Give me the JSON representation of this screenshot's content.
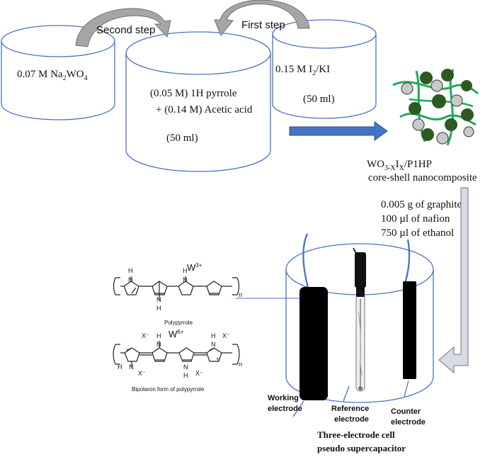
{
  "colors": {
    "cylinder_stroke": "#4a72c4",
    "arrow_blue": "#4472c4",
    "curved_arrow_fill": "#a6a6a6",
    "long_arrow_fill": "#d9dbe3",
    "green_chain": "#1faa59",
    "dark_sphere": "#2d5a23",
    "light_sphere": "#c9c9c9",
    "black": "#000000"
  },
  "beakers": {
    "left": {
      "formula_prefix": "0.07 M Na",
      "formula_sub": "2",
      "formula_suffix": "WO",
      "formula_sub2": "4"
    },
    "center": {
      "line1": "(0.05 M) 1H pyrrole",
      "line2": "+ (0.14 M) Acetic acid",
      "volume": "(50 ml)"
    },
    "right": {
      "formula_prefix": "0.15 M I",
      "formula_sub": "2",
      "formula_suffix": "/KI",
      "volume": "(50 ml)"
    }
  },
  "steps": {
    "second": "Second step",
    "first": "First step"
  },
  "nanocomposite": {
    "formula_a": "WO",
    "sub_a": "3-X",
    "formula_b": "I",
    "sub_b": "X",
    "formula_c": "/P1HP",
    "line2": "core-shell nanocomposite"
  },
  "ink": {
    "line1": "0.005 g of graphite",
    "line2": "100 µl of nafion",
    "line3": "750 µl of ethanol"
  },
  "chemistry": {
    "w3": "W",
    "w3_sup": "3+",
    "w6": "W",
    "w6_sup": "6+",
    "polypyrrole_label": "Polypyrrole",
    "bipolaron_label": "Bipolaron form of polypyrrole",
    "n_label": "n",
    "h_label": "H",
    "n_atom": "N",
    "x_minus": "X⁻",
    "plus": "+"
  },
  "electrodes": {
    "working": [
      "Working",
      "electrode"
    ],
    "reference": [
      "Reference",
      "electrode"
    ],
    "counter": [
      "Counter",
      "electrode"
    ]
  },
  "cell_caption": {
    "line1": "Three-electrode cell",
    "line2": "pseudo supercapacitor"
  }
}
